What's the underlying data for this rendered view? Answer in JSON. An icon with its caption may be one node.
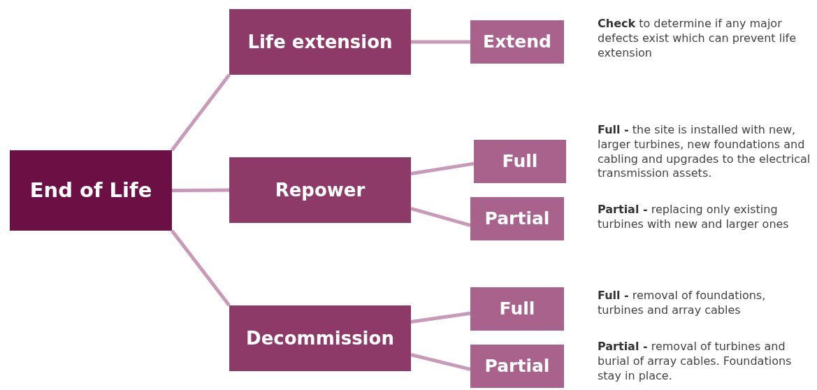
{
  "diagram": {
    "nodes": [
      {
        "text": [
          "End of Life"
        ]
      },
      {
        "text": [
          "Life extension"
        ]
      },
      {
        "text": [
          "Repower"
        ]
      },
      {
        "text": [
          "Decommission"
        ]
      },
      {
        "text": [
          "Extend"
        ],
        "beside": [
          "**Check** to determine if any major defects exist which can prevent life extension"
        ]
      },
      {
        "text": [
          "Full"
        ],
        "beside": [
          "**Full -** the site is installed with new, larger turbines, new foundations and cabling and upgrades to the electrical transmission assets."
        ]
      },
      {
        "text": [
          "Partial"
        ],
        "beside": [
          "**Partial -** replacing only existing turbines with new and larger ones"
        ]
      },
      {
        "text": [
          "Full"
        ],
        "beside": [
          "**Full -** removal of foundations, turbines and array cables"
        ]
      },
      {
        "text": [
          "Partial"
        ],
        "beside": [
          "**Partial -** removal of turbines and burial of array cables. Foundations stay in place."
        ]
      }
    ],
    "edges": [
      {
        "from": 0,
        "to": 1,
        "arrow": "none"
      },
      {
        "from": 0,
        "to": 2,
        "arrow": "none"
      },
      {
        "from": 0,
        "to": 3,
        "arrow": "none"
      },
      {
        "from": 1,
        "to": 4,
        "arrow": "none"
      },
      {
        "from": 2,
        "to": 5,
        "arrow": "none"
      },
      {
        "from": 2,
        "to": 6,
        "arrow": "none"
      },
      {
        "from": 3,
        "to": 7,
        "arrow": "none"
      },
      {
        "from": 3,
        "to": 8,
        "arrow": "none"
      }
    ]
  }
}
